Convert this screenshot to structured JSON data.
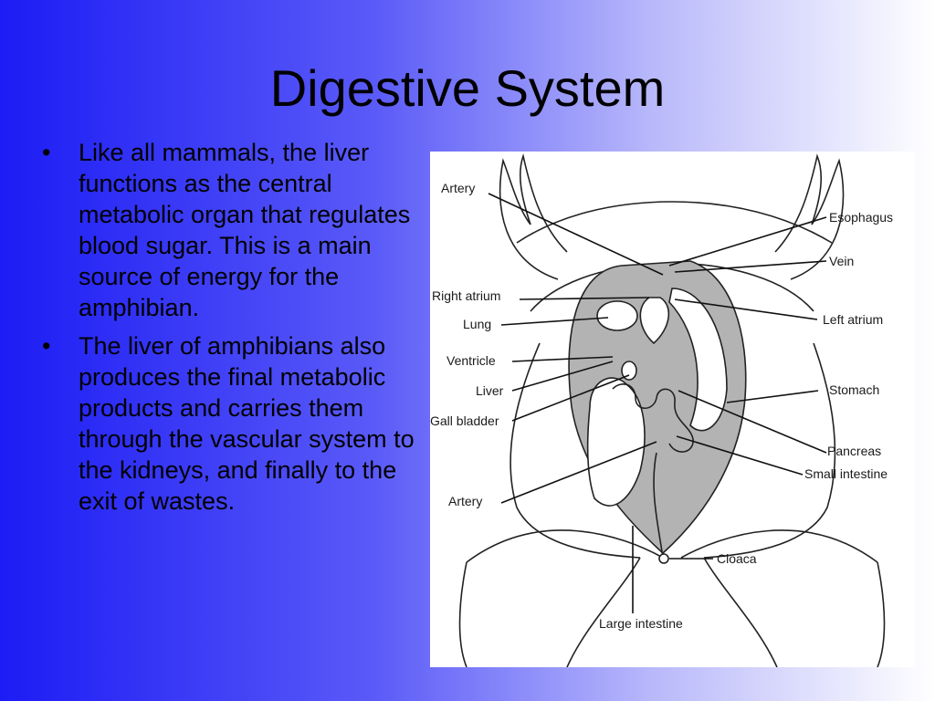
{
  "title": "Digestive System",
  "bullets": [
    "Like all mammals, the liver functions as the central metabolic organ that regulates blood sugar. This is a main source of energy for the amphibian.",
    "The liver of amphibians also produces the final metabolic products and carries them through the vascular system to the kidneys, and finally to the exit of wastes."
  ],
  "bullet_symbol": "•",
  "diagram": {
    "labels": {
      "artery_top": "Artery",
      "esophagus": "Esophagus",
      "vein": "Vein",
      "right_atrium": "Right atrium",
      "lung": "Lung",
      "left_atrium": "Left atrium",
      "ventricle": "Ventricle",
      "liver": "Liver",
      "stomach": "Stomach",
      "gall_bladder": "Gall bladder",
      "pancreas": "Pancreas",
      "small_intestine": "Small intestine",
      "artery_bottom": "Artery",
      "cloaca": "Cloaca",
      "large_intestine": "Large intestine"
    }
  },
  "colors": {
    "background_left": "#1c1cf5",
    "background_right": "#ffffff",
    "organ_fill": "#b3b3b3"
  }
}
